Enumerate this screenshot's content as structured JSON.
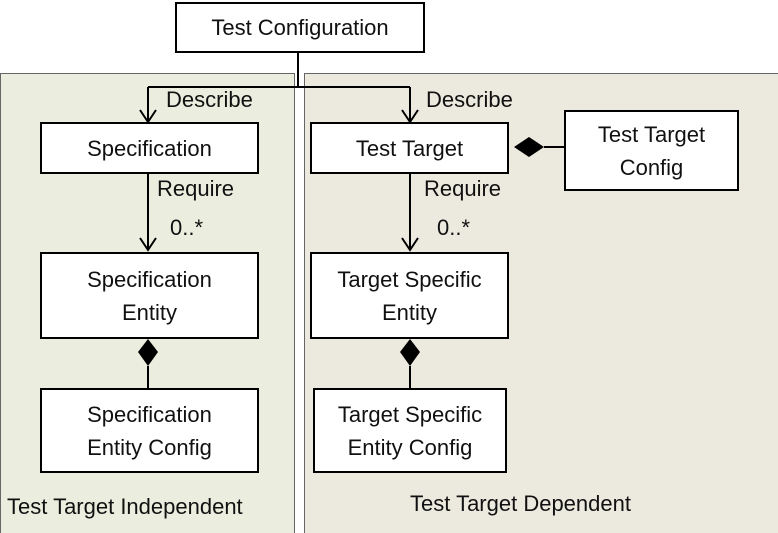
{
  "top": {
    "title": "Test Configuration"
  },
  "left_panel": {
    "label": "Test Target Independent",
    "describe": "Describe",
    "require": "Require",
    "multiplicity": "0..*",
    "specification": "Specification",
    "specification_entity": "Specification\nEntity",
    "specification_entity_config": "Specification\nEntity Config"
  },
  "right_panel": {
    "label": "Test Target Dependent",
    "describe": "Describe",
    "require": "Require",
    "multiplicity": "0..*",
    "test_target": "Test Target",
    "test_target_config": "Test Target\nConfig",
    "target_specific_entity": "Target Specific\nEntity",
    "target_specific_entity_config": "Target Specific\nEntity Config"
  },
  "colors": {
    "left_panel_bg": "#ebeedf",
    "right_panel_bg": "#ece9de"
  }
}
